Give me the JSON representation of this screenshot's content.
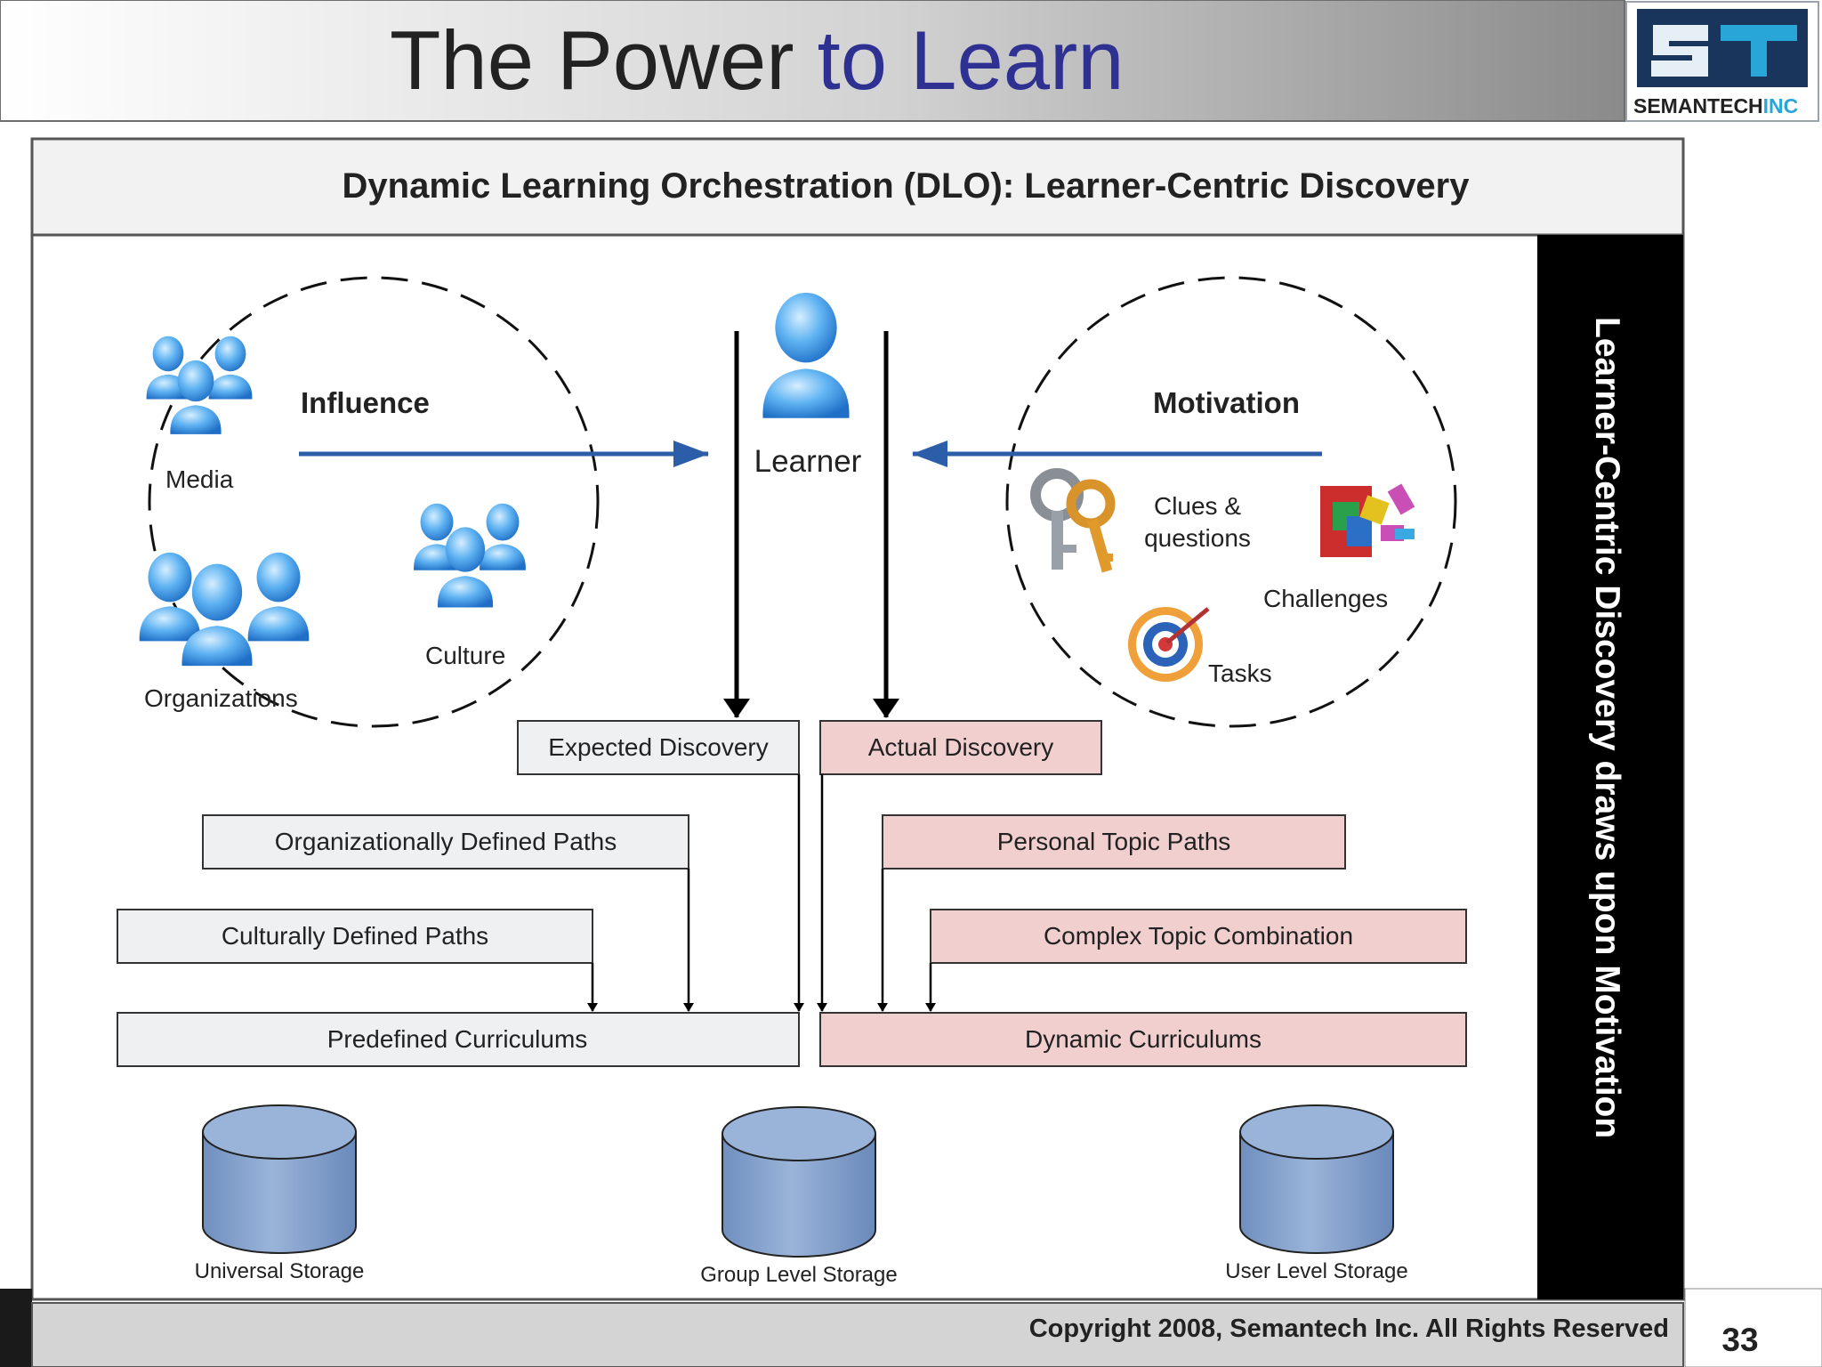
{
  "slide": {
    "title_part1": "The Power ",
    "title_part2": "to Learn",
    "title_accent_color": "#2e3192",
    "logo_text": "SEMANTECH",
    "logo_text_accent": "INC",
    "page_number": "33"
  },
  "diagram": {
    "header": "Dynamic Learning Orchestration (DLO): Learner-Centric Discovery",
    "side_banner": "Learner-Centric Discovery draws upon Motivation",
    "copyright": "Copyright 2008, Semantech Inc. All Rights Reserved",
    "learner": "Learner",
    "influence": {
      "label": "Influence",
      "media": "Media",
      "organizations": "Organizations",
      "culture": "Culture"
    },
    "motivation": {
      "label": "Motivation",
      "clues_line1": "Clues &",
      "clues_line2": "questions",
      "challenges": "Challenges",
      "tasks": "Tasks"
    },
    "boxes": {
      "expected_discovery": "Expected Discovery",
      "actual_discovery": "Actual Discovery",
      "org_paths": "Organizationally Defined Paths",
      "cultural_paths": "Culturally Defined Paths",
      "predefined_curriculums": "Predefined Curriculums",
      "personal_topic_paths": "Personal Topic Paths",
      "complex_topic": "Complex Topic Combination",
      "dynamic_curriculums": "Dynamic Curriculums"
    },
    "storage": {
      "universal": "Universal Storage",
      "group": "Group Level Storage",
      "user": "User Level Storage"
    },
    "colors": {
      "grey_box": "#eef0f2",
      "pink_box": "#f2cfcf",
      "arrow_blue": "#2c5da8",
      "cylinder": "#7f9fcc"
    }
  }
}
